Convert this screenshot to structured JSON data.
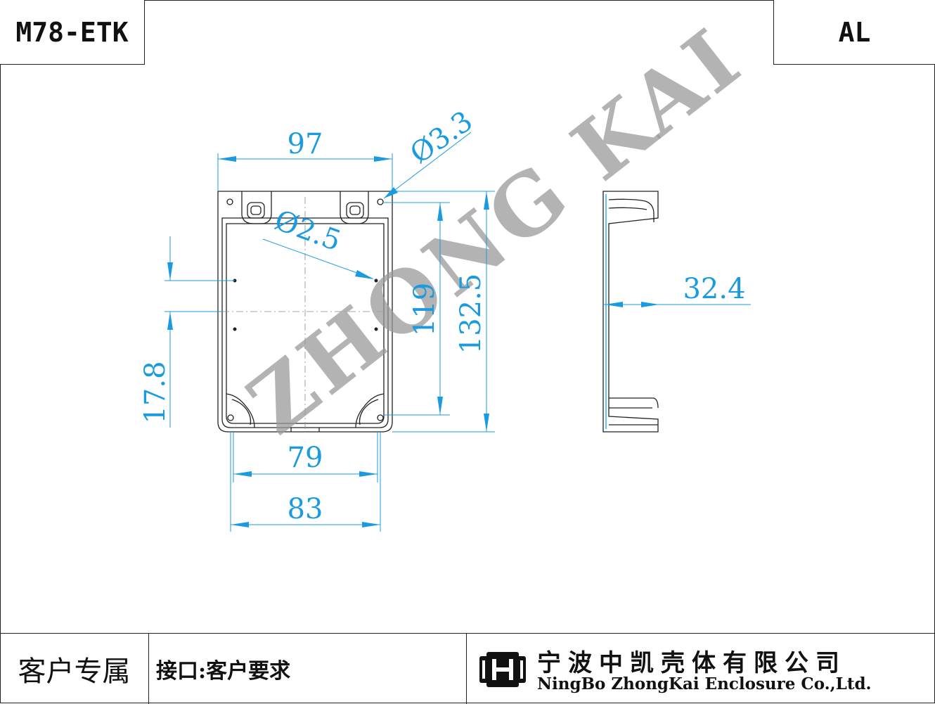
{
  "header": {
    "model": "M78-ETK",
    "material": "AL"
  },
  "dimensions": {
    "width_outer": "97",
    "hole_large": "Ø3.3",
    "hole_small": "Ø2.5",
    "length_inner": "119",
    "length_outer": "132.5",
    "hole_spacing": "17.8",
    "width_inner": "79",
    "width_mid": "83",
    "height": "32.4"
  },
  "watermark": "ZHONG KAI",
  "footer": {
    "customer_label": "客户专属",
    "interface_label": "接口:客户要求",
    "company_cn": "宁波中凯壳体有限公司",
    "company_en": "NingBo ZhongKai Enclosure Co.,Ltd."
  },
  "colors": {
    "dimension": "#1a9be0",
    "outline": "#222222",
    "watermark": "#9a9a9a"
  }
}
